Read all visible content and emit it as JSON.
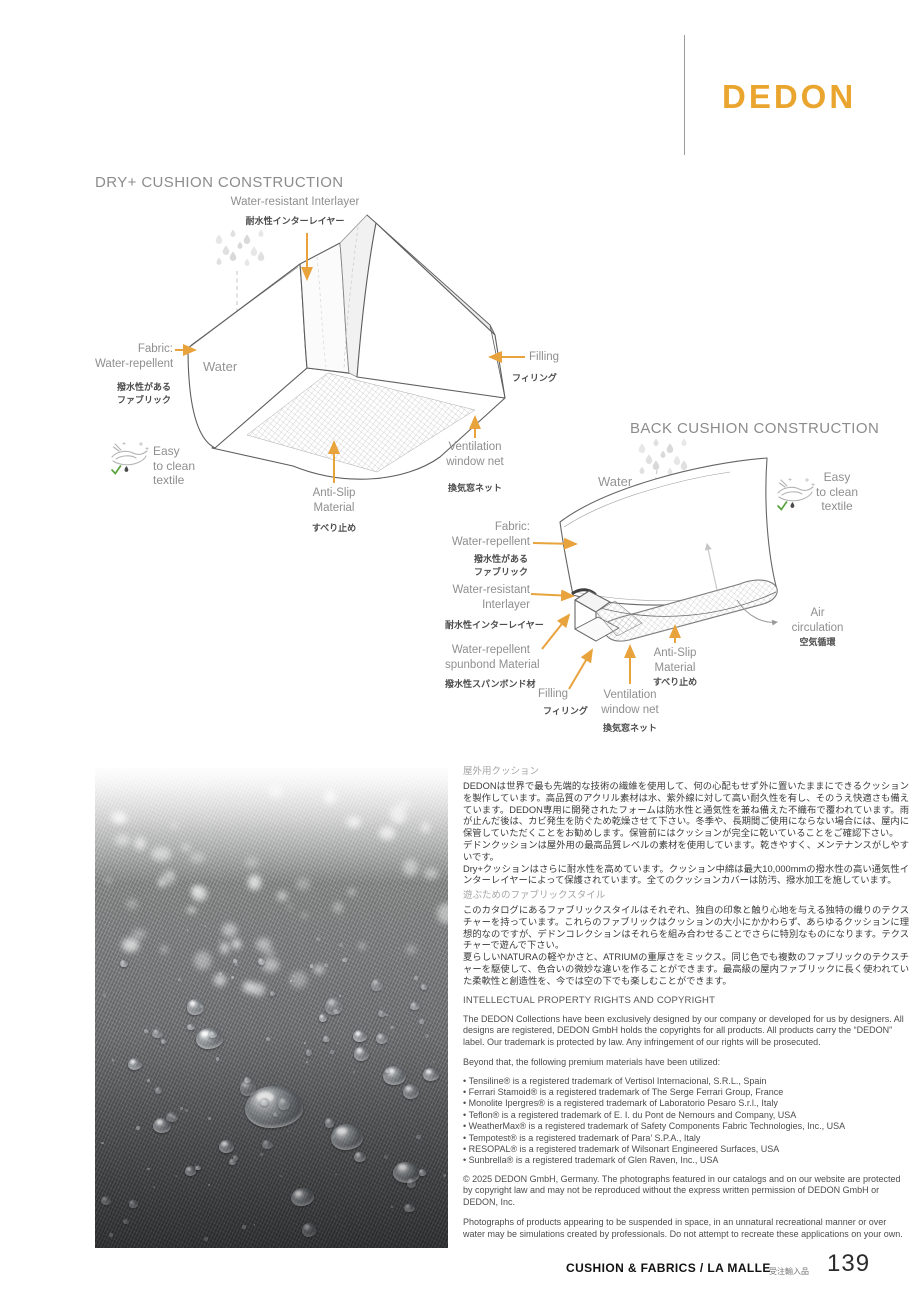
{
  "brand": {
    "logo_text": "DEDON"
  },
  "colors": {
    "accent_orange": "#E8A33C",
    "logo_orange": "#EAA52F",
    "check_green": "#58A33E"
  },
  "diagrams": {
    "dry": {
      "title": "DRY+ CUSHION CONSTRUCTION",
      "interlayer_en": "Water-resistant Interlayer",
      "interlayer_jp": "耐水性インターレイヤー",
      "fabric_en1": "Fabric:",
      "fabric_en2": "Water-repellent",
      "fabric_jp1": "撥水性がある",
      "fabric_jp2": "ファブリック",
      "water": "Water",
      "easy1": "Easy",
      "easy2": "to clean",
      "easy3": "textile",
      "antislip_en1": "Anti-Slip",
      "antislip_en2": "Material",
      "antislip_jp": "すべり止め",
      "vent_en1": "Ventilation",
      "vent_en2": "window net",
      "vent_jp": "換気窓ネット",
      "filling_en": "Filling",
      "filling_jp": "フィリング"
    },
    "back": {
      "title": "BACK CUSHION CONSTRUCTION",
      "water": "Water",
      "easy1": "Easy",
      "easy2": "to clean",
      "easy3": "textile",
      "fabric_en1": "Fabric:",
      "fabric_en2": "Water-repellent",
      "fabric_jp1": "撥水性がある",
      "fabric_jp2": "ファブリック",
      "interlayer_en1": "Water-resistant",
      "interlayer_en2": "Interlayer",
      "interlayer_jp": "耐水性インターレイヤー",
      "spunbond_en1": "Water-repellent",
      "spunbond_en2": "spunbond Material",
      "spunbond_jp": "撥水性スパンボンド材",
      "filling_en": "Filling",
      "filling_jp": "フィリング",
      "vent_en1": "Ventilation",
      "vent_en2": "window net",
      "vent_jp": "換気窓ネット",
      "antislip_en1": "Anti-Slip",
      "antislip_en2": "Material",
      "antislip_jp": "すべり止め",
      "air_en1": "Air",
      "air_en2": "circulation",
      "air_jp": "空気循環"
    }
  },
  "sections": {
    "outdoor": {
      "heading": "屋外用クッション",
      "p1": "DEDONは世界で最も先端的な技術の繊維を使用して、何の心配もせず外に置いたままにできるクッションを製作しています。高品質のアクリル素材は水、紫外線に対して高い耐久性を有し、そのうえ快適さも備えています。DEDON専用に開発されたフォームは防水性と通気性を兼ね備えた不織布で覆われています。雨が止んだ後は、カビ発生を防ぐため乾燥させて下さい。冬季や、長期間ご使用にならない場合には、屋内に保管していただくことをお勧めします。保管前にはクッションが完全に乾いていることをご確認下さい。",
      "p2": "デドンクッションは屋外用の最高品質レベルの素材を使用しています。乾きやすく、メンテナンスがしやすいです。",
      "p3": "Dry+クッションはさらに耐水性を高めています。クッション中綿は最大10,000mmの撥水性の高い通気性インターレイヤーによって保護されています。全てのクッションカバーは防汚、撥水加工を施しています。"
    },
    "style": {
      "heading": "遊ぶためのファブリックスタイル",
      "p1": "このカタログにあるファブリックスタイルはそれぞれ、独自の印象と触り心地を与える独特の織りのテクスチャーを持っています。これらのファブリックはクッションの大小にかかわらず、あらゆるクッションに理想的なのですが、デドンコレクションはそれらを組み合わせることでさらに特別なものになります。テクスチャーで遊んで下さい。",
      "p2": "夏らしいNATURAの軽やかさと、ATRIUMの重厚さをミックス。同じ色でも複数のファブリックのテクスチャーを駆使して、色合いの微妙な違いを作ることができます。最高級の屋内ファブリックに長く使われていた柔軟性と創造性を、今では空の下でも楽しむことができます。"
    },
    "ipr": {
      "heading": "INTELLECTUAL PROPERTY RIGHTS AND COPYRIGHT",
      "p1": "The DEDON Collections have been exclusively designed by our company or developed for us by designers. All designs are registered, DEDON GmbH holds the copyrights for all products. All products carry the “DEDON” label. Our trademark is protected by law. Any infringement of our rights will be prosecuted.",
      "p2": "Beyond that, the following premium materials have been utilized:",
      "trademarks": [
        "Tensiline® is a registered trademark of Vertisol Internacional, S.R.L., Spain",
        "Ferrari Stamoid® is a registered trademark of The Serge Ferrari Group, France",
        "Monolite Ipergres® is a registered trademark of Laboratorio Pesaro S.r.l., Italy",
        "Teflon® is a registered trademark of E. I. du Pont de Nemours and Company, USA",
        "WeatherMax® is a registered trademark of Safety Components Fabric Technologies, Inc., USA",
        "Tempotest® is a registered trademark of Para’ S.P.A., Italy",
        "RESOPAL® is a registered trademark of Wilsonart Engineered Surfaces, USA",
        "Sunbrella® is a registered trademark of Glen Raven, Inc., USA"
      ],
      "copyright": "© 2025 DEDON GmbH, Germany. The photographs featured in our catalogs and on our website are protected by copyright law and may not be reproduced without the express written permission of DEDON GmbH or DEDON, Inc.",
      "disclaimer": "Photographs of products appearing to be suspended in space, in an unnatural recreational manner or over water may be simulations created by professionals. Do not attempt to recreate these applications on your own."
    }
  },
  "footer": {
    "title": "CUSHION & FABRICS / LA MALLE",
    "note_jp": "受注輸入品",
    "page_number": "139"
  }
}
